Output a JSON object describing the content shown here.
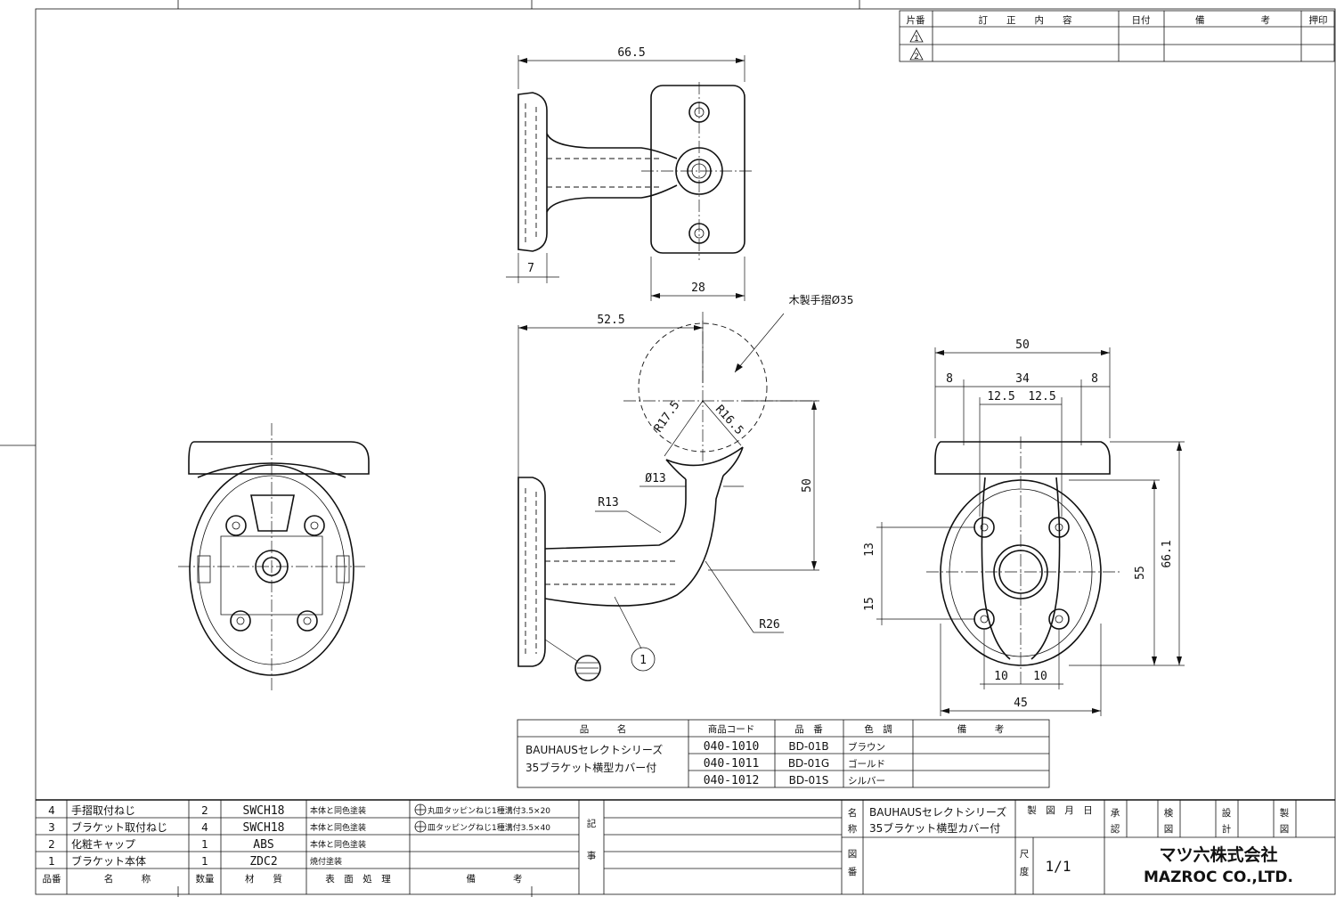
{
  "revision_table": {
    "headers": [
      "片番",
      "訂　　正　　内　　容",
      "日付",
      "備　　　　　　考",
      "押印"
    ],
    "rows": [
      "1",
      "2"
    ]
  },
  "views": {
    "top": {
      "dims": [
        "66.5",
        "7",
        "28"
      ]
    },
    "side": {
      "dims": [
        "52.5",
        "50",
        "Ø13",
        "R13",
        "R26",
        "R17.5",
        "R16.5"
      ],
      "callout": "木製手摺Ø35",
      "balloon": "1"
    },
    "right": {
      "dims": [
        "50",
        "8",
        "34",
        "8",
        "12.5",
        "12.5",
        "13",
        "15",
        "55",
        "66.1",
        "10",
        "10",
        "45"
      ]
    }
  },
  "product_table": {
    "headers": [
      "品　　　名",
      "商品コード",
      "品　番",
      "色　調",
      "備　　　考"
    ],
    "name_lines": [
      "BAUHAUSセレクトシリーズ",
      "35ブラケット横型カバー付"
    ],
    "rows": [
      {
        "code": "040-1010",
        "part": "BD-01B",
        "color": "ブラウン"
      },
      {
        "code": "040-1011",
        "part": "BD-01G",
        "color": "ゴールド"
      },
      {
        "code": "040-1012",
        "part": "BD-01S",
        "color": "シルバー"
      }
    ]
  },
  "parts_list": {
    "rows": [
      {
        "no": "4",
        "name": "手摺取付ねじ",
        "qty": "2",
        "material": "SWCH18",
        "finish": "本体と同色塗装",
        "note": "丸皿タッピンねじ1種溝付3.5×20"
      },
      {
        "no": "3",
        "name": "ブラケット取付ねじ",
        "qty": "4",
        "material": "SWCH18",
        "finish": "本体と同色塗装",
        "note": "皿タッピングねじ1種溝付3.5×40"
      },
      {
        "no": "2",
        "name": "化粧キャップ",
        "qty": "1",
        "material": "ABS",
        "finish": "本体と同色塗装",
        "note": ""
      },
      {
        "no": "1",
        "name": "ブラケット本体",
        "qty": "1",
        "material": "ZDC2",
        "finish": "焼付塗装",
        "note": ""
      }
    ],
    "header": {
      "no": "品番",
      "name": "名　　　称",
      "qty": "数量",
      "material": "材　　質",
      "finish": "表　面　処　理",
      "note": "備　　　　考"
    }
  },
  "title_block": {
    "kiji": "記",
    "koto": "事",
    "mei": "名",
    "sho": "称",
    "name_line1": "BAUHAUSセレクトシリーズ",
    "name_line2": "35ブラケット横型カバー付",
    "date_label": "製　図　月　日",
    "approve": [
      "承",
      "認"
    ],
    "check": [
      "検",
      "図"
    ],
    "design": [
      "設",
      "計"
    ],
    "draw": [
      "製",
      "図"
    ],
    "zu": "図",
    "ban": "番",
    "scale_label": [
      "尺",
      "度"
    ],
    "scale": "1/1",
    "company_jp": "マツ六株式会社",
    "company_en": "MAZROC CO.,LTD."
  }
}
